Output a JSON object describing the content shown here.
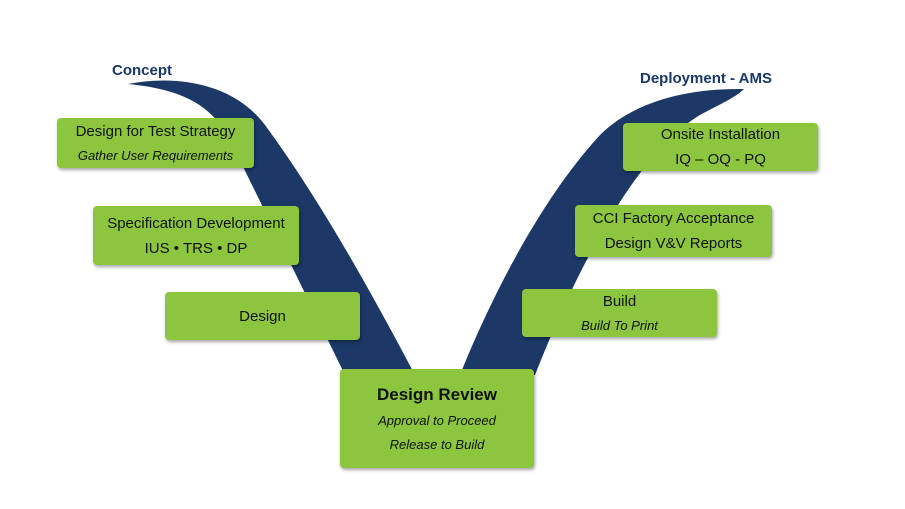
{
  "colors": {
    "shape": "#1b3866",
    "box": "#8cc63f",
    "label": "#1b3866"
  },
  "left_label": "Concept",
  "right_label": "Deployment - AMS",
  "left_boxes": [
    {
      "title": "Design for Test Strategy",
      "sub": "Gather User Requirements"
    },
    {
      "title": "Specification Development",
      "sub": "IUS • TRS • DP"
    },
    {
      "title": "Design"
    }
  ],
  "bottom_box": {
    "title": "Design Review",
    "line1": "Approval to Proceed",
    "line2": "Release to Build"
  },
  "right_boxes": [
    {
      "title": "Onsite Installation",
      "sub": "IQ – OQ - PQ"
    },
    {
      "title": "CCI Factory Acceptance",
      "sub": "Design V&V Reports"
    },
    {
      "title": "Build",
      "sub": "Build To Print"
    }
  ]
}
